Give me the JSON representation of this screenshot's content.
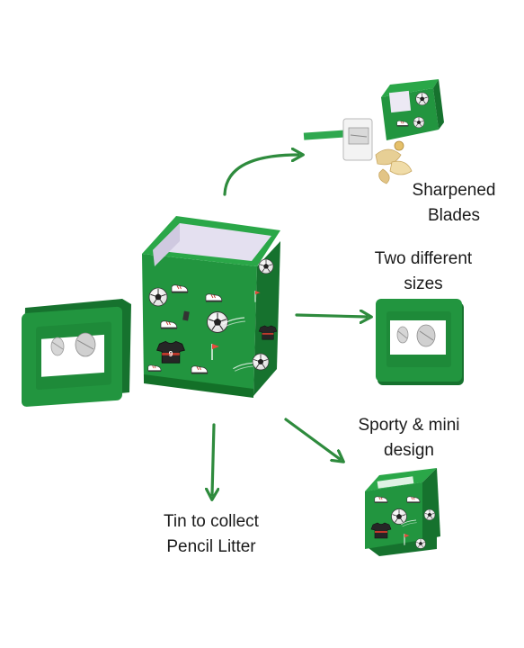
{
  "colors": {
    "tin_green": "#22953f",
    "tin_green_dark": "#16722e",
    "arrow_green": "#2e8b3d",
    "text": "#1a1a1a",
    "inner_lining": "#e4e0f0"
  },
  "labels": {
    "blades": {
      "line1": "Sharpened",
      "line2": "Blades"
    },
    "sizes": {
      "line1": "Two different",
      "line2": "sizes"
    },
    "design": {
      "line1": "Sporty & mini",
      "line2": "design"
    },
    "tin": {
      "line1": "Tin to collect",
      "line2": "Pencil Litter"
    }
  },
  "icons": {
    "arrows": "curved-arrow",
    "balls": "soccer-ball-icon",
    "boots": "football-boot-icon",
    "shirts": "jersey-icon",
    "flags": "corner-flag-icon",
    "jersey_number": "9"
  }
}
